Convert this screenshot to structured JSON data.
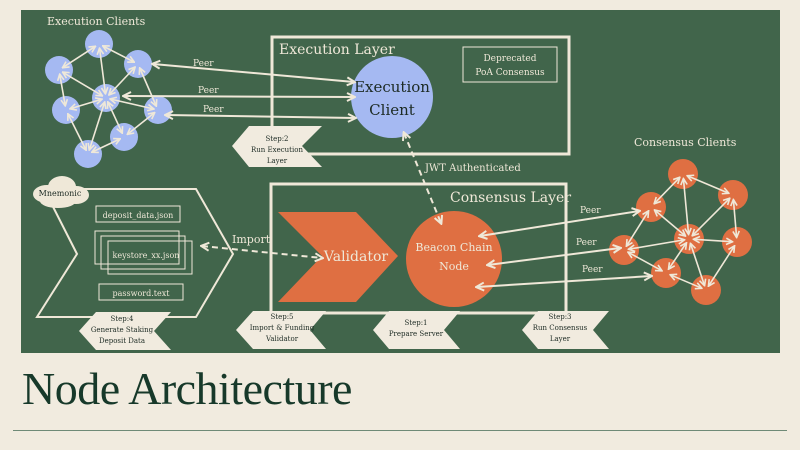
{
  "page_title": "Node Architecture",
  "colors": {
    "board": "#41654b",
    "background": "#f1ebdf",
    "execution_node": "#a5b9f2",
    "consensus_node": "#df6f42",
    "line": "#efe8d8",
    "title": "#17392a"
  },
  "diagram": {
    "execution_clients_label": "Execution Clients",
    "consensus_clients_label": "Consensus Clients",
    "execution_layer": {
      "label": "Execution Layer",
      "client_line1": "Execution",
      "client_line2": "Client",
      "deprecated_line1": "Deprecated",
      "deprecated_line2": "PoA Consensus"
    },
    "consensus_layer": {
      "label": "Consensus Layer",
      "validator": "Validator",
      "beacon_line1": "Beacon Chain",
      "beacon_line2": "Node"
    },
    "jwt_label": "JWT Authenticated",
    "import_label": "Import",
    "peer_label": "Peer",
    "mnemonic": "Mnemonic",
    "files": [
      "deposit_data.json",
      "keystore_xx.json",
      "password.text"
    ],
    "steps": [
      {
        "id": "step2",
        "lines": [
          "Step:2",
          "Run Execution",
          "Layer"
        ]
      },
      {
        "id": "step4",
        "lines": [
          "Step:4",
          "Generate Staking",
          "Deposit Data"
        ]
      },
      {
        "id": "step5",
        "lines": [
          "Step:5",
          "Import & Funding",
          "Validator"
        ]
      },
      {
        "id": "step1",
        "lines": [
          "Step:1",
          "Prepare Server"
        ]
      },
      {
        "id": "step3",
        "lines": [
          "Step:3",
          "Run Consensus",
          "Layer"
        ]
      }
    ]
  }
}
